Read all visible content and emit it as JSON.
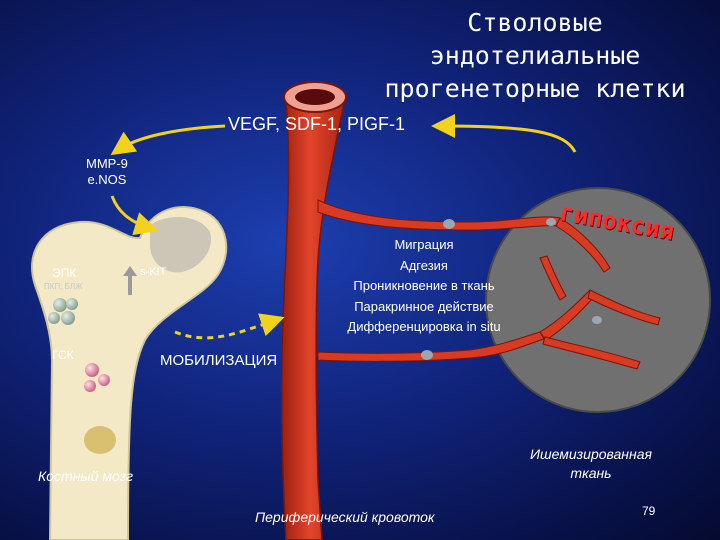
{
  "title": {
    "line1": "Стволовые",
    "line2": "эндотелиальные",
    "line3": "прогенеторные клетки"
  },
  "factors_label": "VEGF, SDF-1, PIGF-1",
  "bone": {
    "mmp9": "MMP-9",
    "enos": "e.NOS",
    "epk": "ЭПК",
    "epk_sub": "ПКП; БЛЖ",
    "kit": "s-KIT",
    "gsk": "ГСК"
  },
  "mobilization_label": "МОБИЛИЗАЦИЯ",
  "processes": [
    "Миграция",
    "Адгезия",
    "Проникновение в ткань",
    "Паракринное действие",
    "Дифференцировка in situ"
  ],
  "hypoxia_label": "гипоксия",
  "ischemic_tissue": {
    "line1": "Ишемизированная",
    "line2": "ткань"
  },
  "bone_marrow_label": "Костный мозг",
  "peripheral_blood_label": "Периферический кровоток",
  "page_number": "79",
  "colors": {
    "background": "#10237a",
    "vessel": "#d93a22",
    "bone": "#f3e9c6",
    "tissue": "#6d6d6d",
    "arrow": "#f2d21a",
    "hypoxia": "#ff2a2a"
  }
}
